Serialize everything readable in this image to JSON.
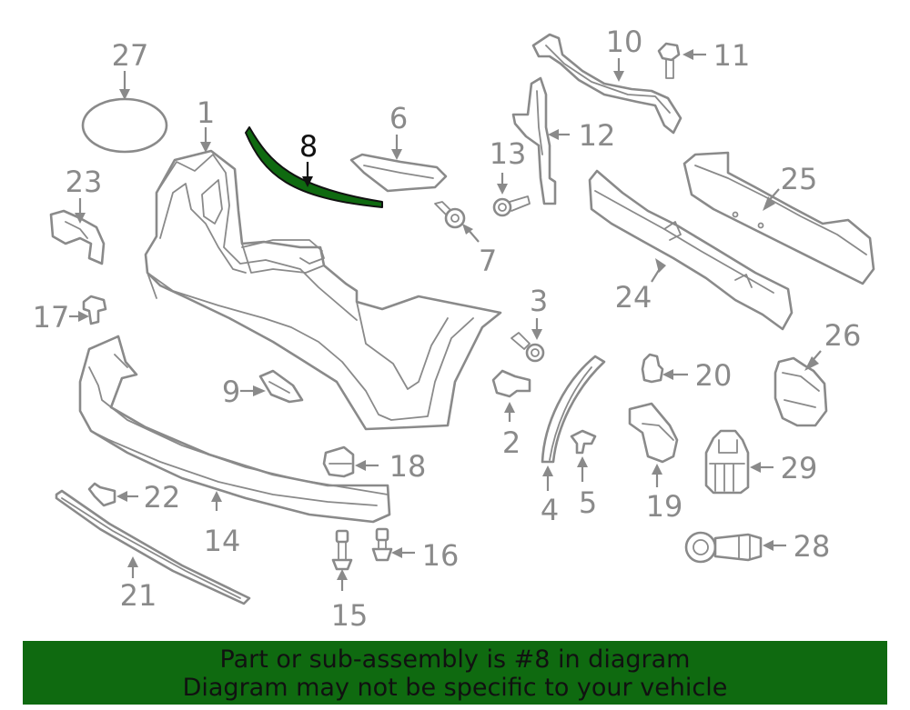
{
  "callouts": {
    "c1": "1",
    "c2": "2",
    "c3": "3",
    "c4": "4",
    "c5": "5",
    "c6": "6",
    "c7": "7",
    "c8": "8",
    "c9": "9",
    "c10": "10",
    "c11": "11",
    "c12": "12",
    "c13": "13",
    "c14": "14",
    "c15": "15",
    "c16": "16",
    "c17": "17",
    "c18": "18",
    "c19": "19",
    "c20": "20",
    "c21": "21",
    "c22": "22",
    "c23": "23",
    "c24": "24",
    "c25": "25",
    "c26": "26",
    "c27": "27",
    "c28": "28",
    "c29": "29"
  },
  "highlighted_part": "8",
  "colors": {
    "highlight_part": "#0f6a10",
    "banner_background": "#0f6a10",
    "part_lines": "#8a8a8a",
    "highlight_label": "#111111"
  },
  "banner": {
    "line1": "Part or sub-assembly is #8 in diagram",
    "line2": "Diagram may not be specific to your vehicle"
  }
}
